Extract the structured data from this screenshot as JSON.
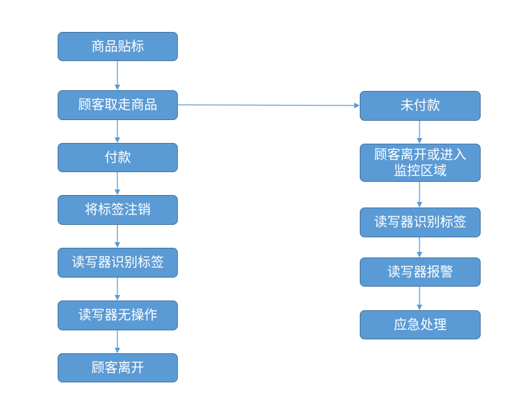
{
  "colors": {
    "node_fill": "#5b9bd5",
    "node_border": "#41719c",
    "node_text": "#ffffff",
    "connector": "#5b9bd5"
  },
  "flow_left": [
    "商品贴标",
    "顾客取走商品",
    "付款",
    "将标签注销",
    "读写器识别标签",
    "读写器无操作",
    "顾客离开"
  ],
  "flow_right": [
    "未付款",
    "顾客离开或进入\n监控区域",
    "读写器识别标签",
    "读写器报警",
    "应急处理"
  ]
}
